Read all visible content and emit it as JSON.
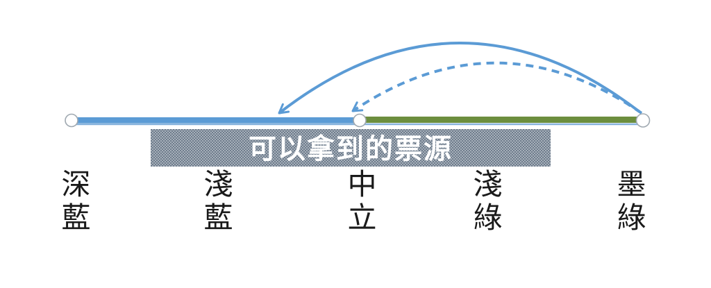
{
  "banner": {
    "text": "可以拿到的票源"
  },
  "labels": [
    {
      "text": "深藍"
    },
    {
      "text": "淺藍"
    },
    {
      "text": "中立"
    },
    {
      "text": "淺綠"
    },
    {
      "text": "墨綠"
    }
  ],
  "colors": {
    "blue_segment": "#5B9BD5",
    "green_segment": "#6C8E3E",
    "axis_underline": "#85B2DC",
    "arc_blue": "#5B9BD5",
    "banner_dark": "#6E7C8C",
    "banner_light": "#A7B0BA",
    "banner_text": "#FFFFFF",
    "label_text": "#1A1A1A",
    "endpoint_fill": "#FFFFFF",
    "endpoint_stroke": "#9FA8B0"
  },
  "icons": {
    "solid_arrow": "curved-arrow-solid",
    "dashed_arrow": "curved-arrow-dashed",
    "endpoint_marker": "circle-marker"
  }
}
